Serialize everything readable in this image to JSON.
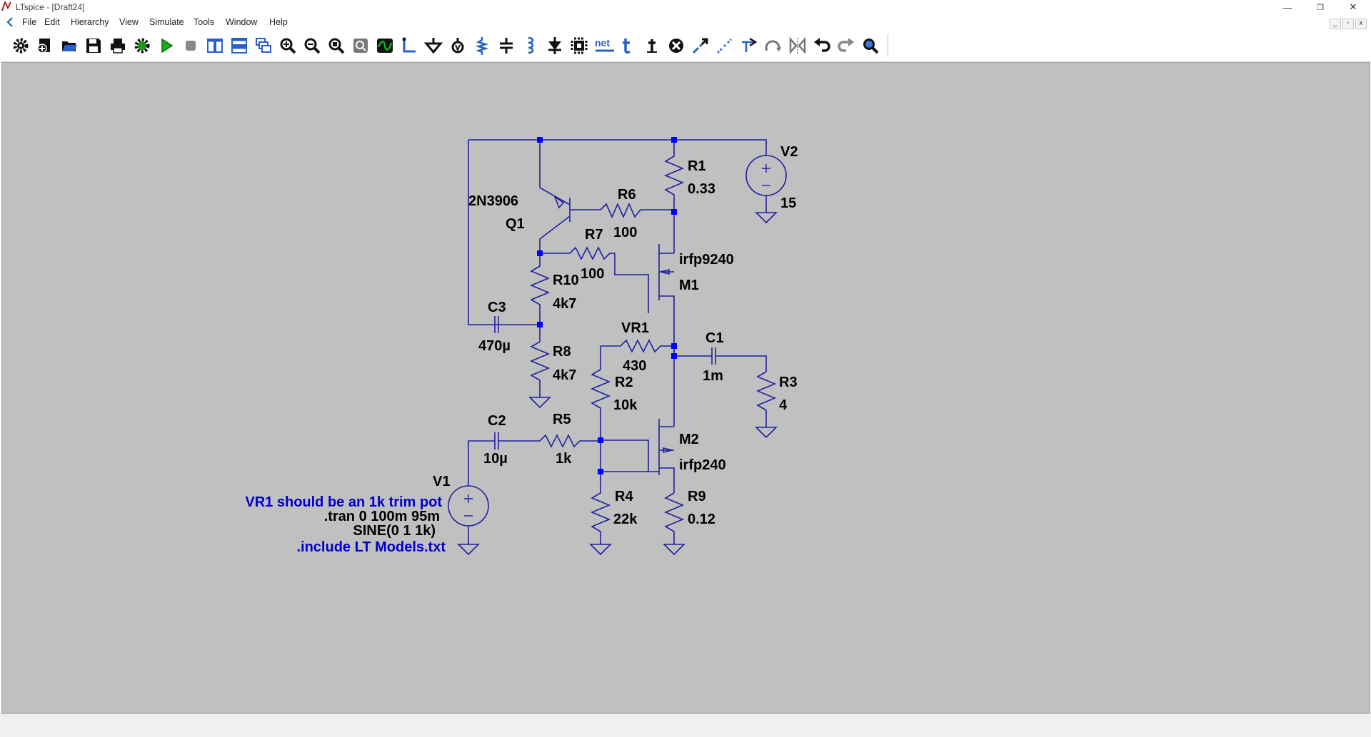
{
  "window": {
    "title": "LTspice - [Draft24]"
  },
  "menu": [
    "File",
    "Edit",
    "Hierarchy",
    "View",
    "Simulate",
    "Tools",
    "Window",
    "Help"
  ],
  "window_controls": {
    "minimize": "—",
    "restore": "❐",
    "close": "✕"
  },
  "mdi_controls": {
    "minimize": "_",
    "restore": "▫",
    "close": "x"
  },
  "toolbar": [
    "settings-icon",
    "new-schematic-icon",
    "open-icon",
    "save-icon",
    "print-icon",
    "control-panel-icon",
    "run-icon",
    "halt-icon",
    "tile-vertical-icon",
    "tile-horizontal-icon",
    "cascade-icon",
    "zoom-in-icon",
    "zoom-out-icon",
    "zoom-fit-icon",
    "zoom-rect-icon",
    "waveform-icon",
    "wire-icon",
    "ground-icon",
    "label-net-icon",
    "resistor-icon",
    "capacitor-icon",
    "inductor-icon",
    "diode-icon",
    "component-icon",
    "net-label-icon",
    "text-icon",
    "spice-directive-icon",
    "delete-icon",
    "duplicate-icon",
    "move-icon",
    "drag-icon",
    "rotate-icon",
    "mirror-icon",
    "undo-icon",
    "redo-icon",
    "find-icon"
  ],
  "toolbar_text": {
    "net": "net"
  },
  "colors": {
    "wire": "#1f1fa0",
    "junction": "#0000ff",
    "canvas": "#c0c0c0",
    "note": "#0000c8",
    "directive": "#000000"
  },
  "schematic": {
    "components": {
      "Q1": {
        "ref": "Q1",
        "value": "2N3906"
      },
      "R6": {
        "ref": "R6",
        "value": "100"
      },
      "R1": {
        "ref": "R1",
        "value": "0.33"
      },
      "V2": {
        "ref": "V2",
        "value": "15"
      },
      "R7": {
        "ref": "R7",
        "value": "100"
      },
      "M1": {
        "ref": "M1",
        "value": "irfp9240"
      },
      "R10": {
        "ref": "R10",
        "value": "4k7"
      },
      "C3": {
        "ref": "C3",
        "value": "470µ"
      },
      "R8": {
        "ref": "R8",
        "value": "4k7"
      },
      "VR1": {
        "ref": "VR1",
        "value": "430"
      },
      "C1": {
        "ref": "C1",
        "value": "1m"
      },
      "R2": {
        "ref": "R2",
        "value": "10k"
      },
      "R3": {
        "ref": "R3",
        "value": "4"
      },
      "C2": {
        "ref": "C2",
        "value": "10µ"
      },
      "R5": {
        "ref": "R5",
        "value": "1k"
      },
      "M2": {
        "ref": "M2",
        "value": "irfp240"
      },
      "V1": {
        "ref": "V1",
        "value": "SINE(0 1 1k)"
      },
      "R4": {
        "ref": "R4",
        "value": "22k"
      },
      "R9": {
        "ref": "R9",
        "value": "0.12"
      }
    },
    "comment": "VR1 should be an 1k trim pot",
    "directives": [
      ".tran 0 100m 95m",
      ".include LT Models.txt"
    ]
  }
}
